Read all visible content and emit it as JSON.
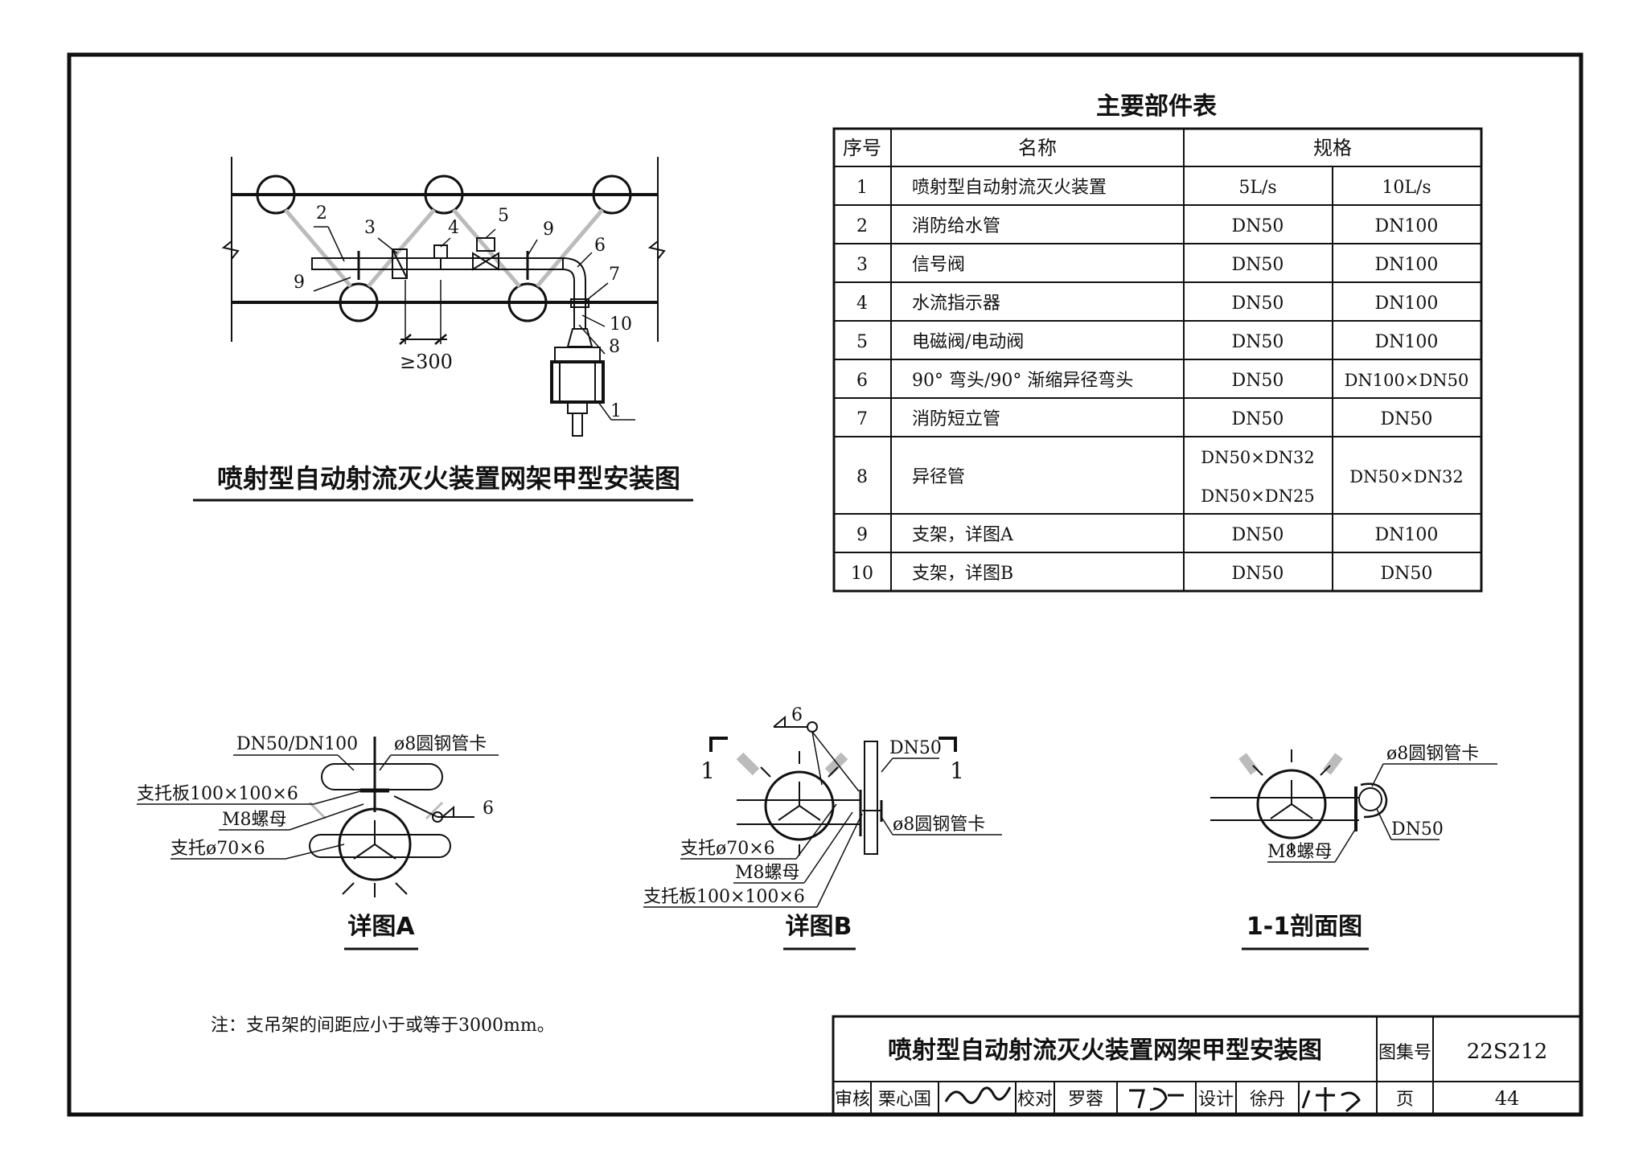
{
  "table": {
    "title": "主要部件表",
    "headers": {
      "no": "序号",
      "name": "名称",
      "spec": "规格"
    },
    "rows": [
      {
        "no": "1",
        "name": "喷射型自动射流灭火装置",
        "spec_a": "5L/s",
        "spec_b": "10L/s"
      },
      {
        "no": "2",
        "name": "消防给水管",
        "spec_a": "DN50",
        "spec_b": "DN100"
      },
      {
        "no": "3",
        "name": "信号阀",
        "spec_a": "DN50",
        "spec_b": "DN100"
      },
      {
        "no": "4",
        "name": "水流指示器",
        "spec_a": "DN50",
        "spec_b": "DN100"
      },
      {
        "no": "5",
        "name": "电磁阀/电动阀",
        "spec_a": "DN50",
        "spec_b": "DN100"
      },
      {
        "no": "6",
        "name": "90° 弯头/90° 渐缩异径弯头",
        "spec_a": "DN50",
        "spec_b": "DN100×DN50"
      },
      {
        "no": "7",
        "name": "消防短立管",
        "spec_a": "DN50",
        "spec_b": "DN50"
      },
      {
        "no": "8",
        "name": "异径管",
        "spec_a": "DN50×DN32",
        "spec_a2": "DN50×DN25",
        "spec_b": "DN50×DN32"
      },
      {
        "no": "9",
        "name": "支架，详图A",
        "spec_a": "DN50",
        "spec_b": "DN100"
      },
      {
        "no": "10",
        "name": "支架，详图B",
        "spec_a": "DN50",
        "spec_b": "DN50"
      }
    ]
  },
  "main_drawing": {
    "title": "喷射型自动射流灭火装置网架甲型安装图",
    "callouts": [
      "1",
      "2",
      "3",
      "4",
      "5",
      "6",
      "7",
      "8",
      "9",
      "9",
      "10"
    ],
    "dimension": "≥300"
  },
  "detail_a": {
    "title": "详图A",
    "labels": {
      "pipe": "DN50/DN100",
      "clamp": "ø8圆钢管卡",
      "plate": "支托板100×100×6",
      "nut": "M8螺母",
      "support": "支托ø70×6",
      "weld": "6"
    }
  },
  "detail_b": {
    "title": "详图B",
    "labels": {
      "pipe": "DN50",
      "clamp": "ø8圆钢管卡",
      "support": "支托ø70×6",
      "nut": "M8螺母",
      "plate": "支托板100×100×6",
      "weld": "6",
      "section_left": "1",
      "section_right": "1"
    }
  },
  "section_11": {
    "title": "1-1剖面图",
    "labels": {
      "clamp": "ø8圆钢管卡",
      "pipe": "DN50",
      "nut": "M8螺母"
    }
  },
  "note": "注：支吊架的间距应小于或等于3000mm。",
  "title_block": {
    "title": "喷射型自动射流灭火装置网架甲型安装图",
    "atlas_label": "图集号",
    "atlas_no": "22S212",
    "review_label": "审核",
    "reviewer": "栗心国",
    "check_label": "校对",
    "checker": "罗蓉",
    "design_label": "设计",
    "designer": "徐丹",
    "page_label": "页",
    "page_no": "44"
  }
}
